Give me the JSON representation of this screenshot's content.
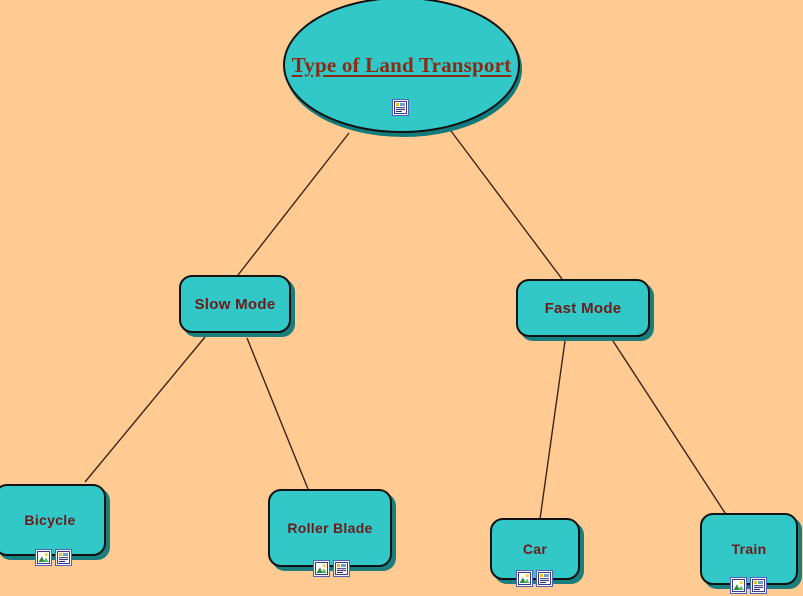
{
  "diagram": {
    "title": "Type of Land Transport",
    "background_color": "#ffcb92",
    "node_fill_color": "#33c8c8",
    "node_border_color": "#111111",
    "node_shadow_color": "#1a7e7e",
    "root_text_color": "#8c2a12",
    "node_text_color": "#6b1b1b",
    "edge_color": "#3d2416"
  },
  "root": {
    "label": "Type of Land Transport",
    "icons": [
      "note-icon"
    ]
  },
  "branches": [
    {
      "id": "slow-mode",
      "label": "Slow Mode",
      "icons": [],
      "children": [
        {
          "id": "bicycle",
          "label": "Bicycle",
          "icons": [
            "image-icon",
            "note-icon"
          ]
        },
        {
          "id": "roller-blade",
          "label": "Roller Blade",
          "icons": [
            "image-icon",
            "note-icon"
          ]
        }
      ]
    },
    {
      "id": "fast-mode",
      "label": "Fast Mode",
      "icons": [],
      "children": [
        {
          "id": "car",
          "label": "Car",
          "icons": [
            "image-icon",
            "note-icon"
          ]
        },
        {
          "id": "train",
          "label": "Train",
          "icons": [
            "image-icon",
            "note-icon"
          ]
        }
      ]
    }
  ]
}
